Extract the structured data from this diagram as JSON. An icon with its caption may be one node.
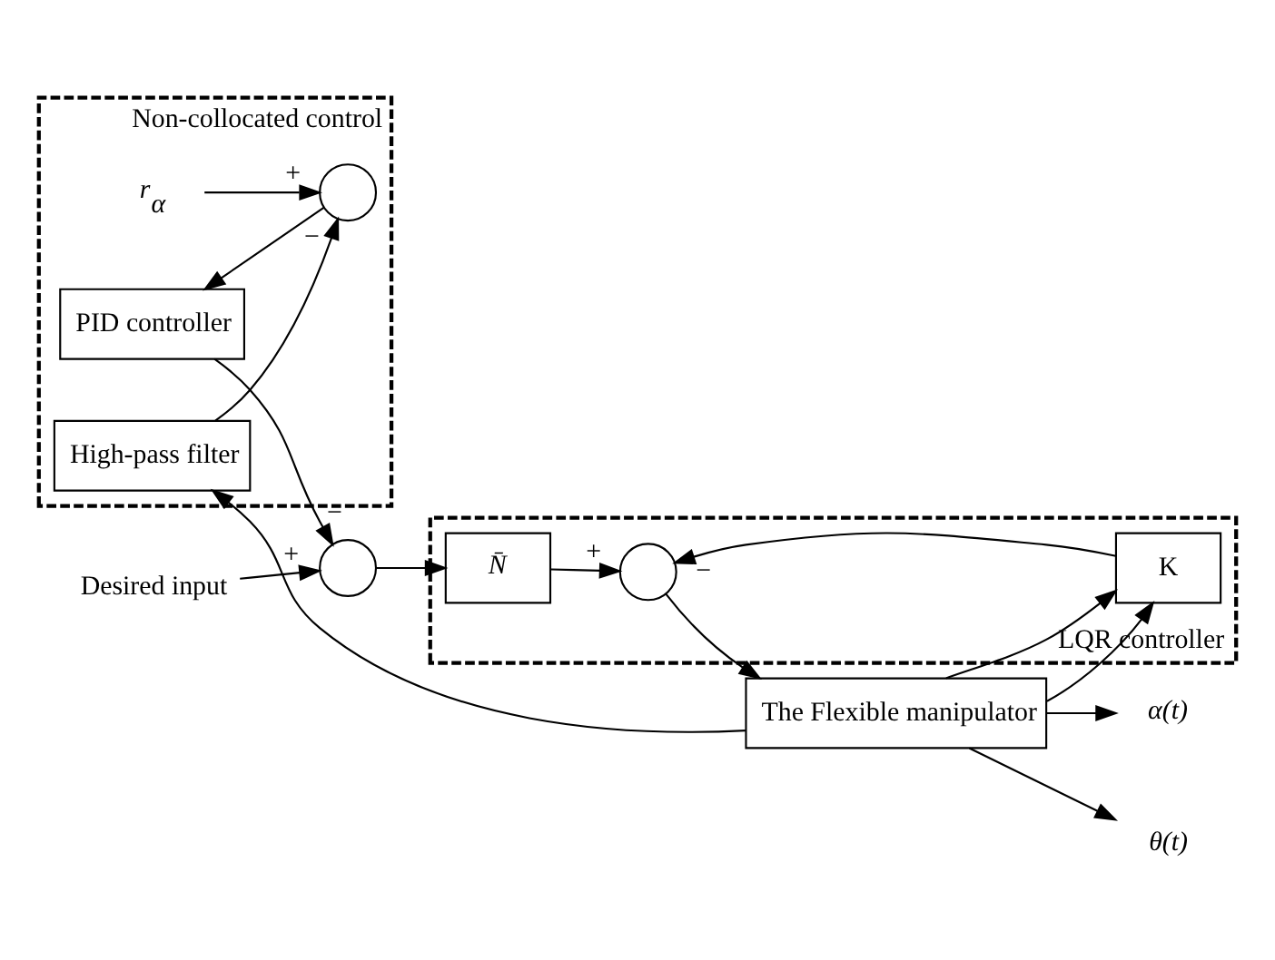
{
  "diagram": {
    "nodes": [
      {
        "text": [
          "Non-collocated control"
        ]
      },
      {
        "text": [
          "r$_{α}$"
        ],
        "in": 0
      },
      {
        "text": [
          "PID controller"
        ],
        "in": 0
      },
      {
        "text": [],
        "shape": "circle",
        "in": 0
      },
      {
        "text": [
          "High-pass filter"
        ],
        "in": 0
      },
      {
        "text": [
          "Desired input"
        ]
      },
      {
        "text": [],
        "shape": "circle"
      },
      {
        "text": [
          "LQR controller"
        ]
      },
      {
        "text": [
          "N̄"
        ],
        "in": 7
      },
      {
        "text": [],
        "shape": "circle",
        "in": 7
      },
      {
        "text": [
          "The Flexible manipulator"
        ]
      },
      {
        "text": [
          "K"
        ],
        "in": 7
      },
      {
        "text": [
          "α(t)"
        ]
      },
      {
        "text": [
          "θ(t)"
        ]
      }
    ],
    "edges": [
      {
        "from": 1,
        "to": 3,
        "arrow": "to",
        "label": "+"
      },
      {
        "from": 4,
        "to": 3,
        "arrow": "to",
        "label": "−"
      },
      {
        "from": 3,
        "to": 2,
        "arrow": "to"
      },
      {
        "from": 2,
        "to": 6,
        "arrow": "to",
        "label": "−"
      },
      {
        "from": 5,
        "to": 6,
        "arrow": "to",
        "label": "+"
      },
      {
        "from": 6,
        "to": 8,
        "arrow": "to"
      },
      {
        "from": 8,
        "to": 9,
        "arrow": "to",
        "label": "+"
      },
      {
        "from": 9,
        "to": 10,
        "arrow": "to"
      },
      {
        "from": 10,
        "to": 12,
        "arrow": "to"
      },
      {
        "from": 10,
        "to": 4,
        "arrow": "to"
      },
      {
        "from": 10,
        "to": 13,
        "arrow": "to"
      },
      {
        "from": 10,
        "to": 11,
        "arrow": "to"
      },
      {
        "from": 10,
        "to": 11,
        "arrow": "to"
      },
      {
        "from": 11,
        "to": 9,
        "arrow": "to",
        "label": "−"
      }
    ]
  }
}
